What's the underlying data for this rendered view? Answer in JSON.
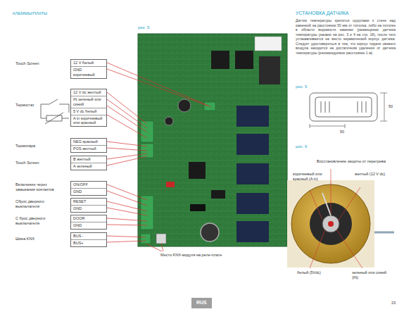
{
  "diagram": {
    "nodes": [
      {
        "text": [
          "12 V белый",
          "GND коричневый"
        ]
      },
      {
        "text": [
          "12 V dc  желтый",
          "IN  зеленый или синий",
          "5 V dc  белый",
          "A in  коричневый или красный"
        ]
      },
      {
        "text": [
          "NEG красный",
          "POS желтый"
        ]
      },
      {
        "text": [
          "B желтый",
          "A зеленый"
        ]
      },
      {
        "text": [
          "ON/OFF",
          "GND"
        ]
      },
      {
        "text": [
          "RESET",
          "GND"
        ]
      },
      {
        "text": [
          "DOOR",
          "GND"
        ]
      },
      {
        "text": [
          "BUS -",
          "BUS+"
        ]
      },
      {
        "text": [
          "RUS"
        ]
      }
    ],
    "labels": [
      "КЛЕММЫ/ПЛАТЫ",
      "Touch Screen",
      "Термостат",
      "Термопара",
      "Touch Screen",
      "Включение через замыкание контактов",
      "Сброс дверного выключателя",
      "С брос дверного выключателя",
      "Шина KNX",
      "рис. 5",
      "Место KNX-модуля на реле-плате",
      "УСТАНОВКА ДАТЧИКА",
      "Датчик температуры крепится шурупами к стене над каменкой на расстоянии 50 мм от потолка, либо на потолке в области видимости каменки (размещение датчика температуры указано на рис. 3 и 4 на стр. 18), после чего устанавливается на место керамический корпус датчика. Следует удостовериться в том, что корпус подачи свежего воздуха находится на достаточном удалении от датчика температуры (рекомендуемое расстояние 1 м).",
      "рис. 5",
      "50",
      "50",
      "рис. 6",
      "Восстановление защиты от перегрева",
      "коричневый или красный (A in)",
      "желтый (12 V dc)",
      "белый (5Vdc)",
      "зеленый или синий (IN)",
      "23"
    ]
  }
}
